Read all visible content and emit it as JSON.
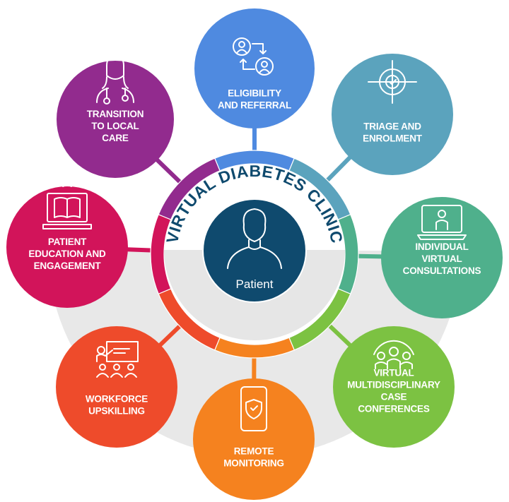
{
  "title": "VIRTUAL DIABETES CLINIC",
  "center": {
    "label": "Patient",
    "color": "#0f4a6e",
    "icon": "person-icon"
  },
  "services": [
    {
      "id": "eligibility",
      "lines": [
        "ELIGIBILITY",
        "AND REFERRAL"
      ],
      "color": "#4f8ae0",
      "icon": "referral-exchange-icon"
    },
    {
      "id": "triage",
      "lines": [
        "TRIAGE AND",
        "ENROLMENT"
      ],
      "color": "#5ba3bd",
      "icon": "target-check-icon"
    },
    {
      "id": "consultations",
      "lines": [
        "INDIVIDUAL",
        "VIRTUAL",
        "CONSULTATIONS"
      ],
      "color": "#4fb08c",
      "icon": "laptop-person-icon"
    },
    {
      "id": "case-conferences",
      "lines": [
        "VIRTUAL",
        "MULTIDISCIPLINARY",
        "CASE",
        "CONFERENCES"
      ],
      "color": "#7cc242",
      "icon": "team-gear-icon"
    },
    {
      "id": "remote-monitoring",
      "lines": [
        "REMOTE",
        "MONITORING"
      ],
      "color": "#f5821f",
      "icon": "phone-shield-icon"
    },
    {
      "id": "workforce",
      "lines": [
        "WORKFORCE",
        "UPSKILLING"
      ],
      "color": "#ee4b2b",
      "icon": "presentation-icon"
    },
    {
      "id": "education",
      "lines": [
        "PATIENT",
        "EDUCATION AND",
        "ENGAGEMENT"
      ],
      "color": "#d2145a",
      "icon": "laptop-book-icon"
    },
    {
      "id": "transition",
      "lines": [
        "TRANSITION",
        "TO LOCAL",
        "CARE"
      ],
      "color": "#922b8e",
      "icon": "doctor-icon"
    }
  ]
}
